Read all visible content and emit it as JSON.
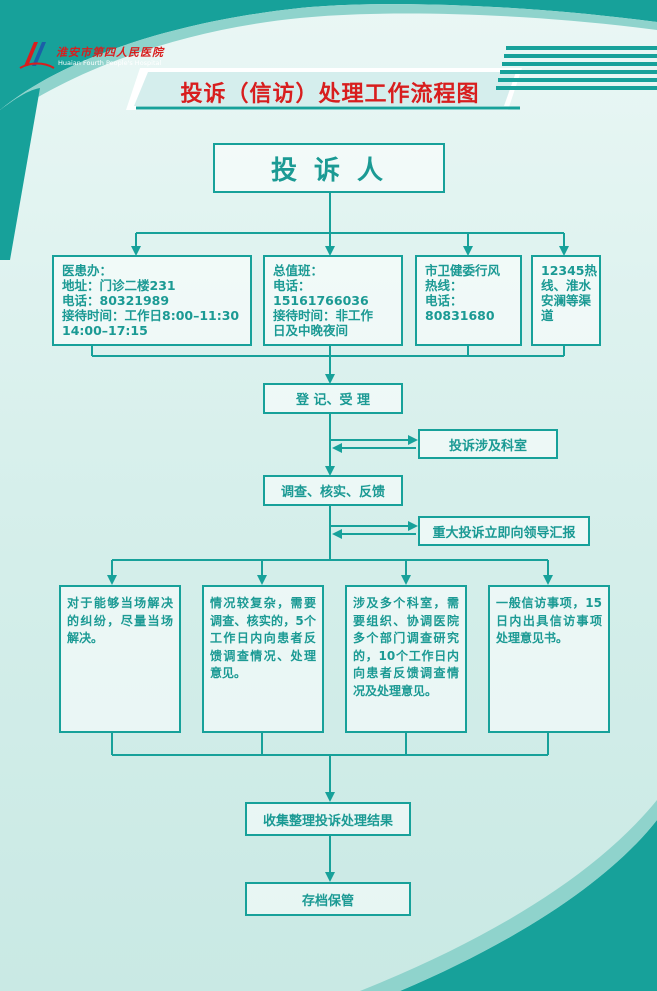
{
  "header": {
    "title": "投诉（信访）处理工作流程图",
    "logo_cn": "淮安市第四人民医院",
    "logo_en": "Huaian Fourth People's Hospital"
  },
  "nodes": {
    "complainant": "投 诉 人",
    "patient_office": "医患办：\n地址：门诊二楼231\n电话：80321989\n接待时间：工作日8:00–11:30\n                                      14:00–17:15",
    "duty_office": "总值班：\n电话：\n15161766036\n接待时间：非工作\n日及中晚夜间",
    "health_commission": "市卫健委行风\n热线：\n电话：\n80831680",
    "hotline": "12345热\n线、淮水\n安澜等渠\n道",
    "register": "登 记、受 理",
    "dept_involved": "投诉涉及科室",
    "investigate": "调查、核实、反馈",
    "major_report": "重大投诉立即向领导汇报",
    "case_onsite": "对于能够当场解决的纠纷，尽量当场解决。",
    "case_complex": "情况较复杂，需要调查、核实的，5个工作日内向患者反馈调查情况、处理意见。",
    "case_multi": "涉及多个科室，需要组织、协调医院多个部门调查研究的，10个工作日内向患者反馈调查情况及处理意见。",
    "case_general": "一般信访事项，15日内出具信访事项处理意见书。",
    "collect": "收集整理投诉处理结果",
    "archive": "存档保管"
  },
  "colors": {
    "teal": "#17a19a",
    "dark_teal": "#0e8c86",
    "red": "#d81e1e",
    "bg_tint": "#d3ede9"
  }
}
